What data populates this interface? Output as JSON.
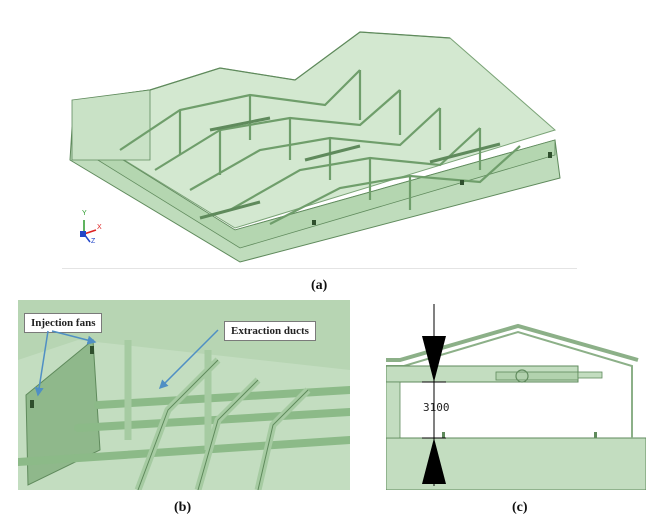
{
  "captions": {
    "a": "(a)",
    "b": "(b)",
    "c": "(c)"
  },
  "labels": {
    "injection_fans": "Injection fans",
    "extraction_ducts": "Extraction ducts",
    "dimension": "3100"
  },
  "axis_triad": {
    "x": "X",
    "y": "Y",
    "z": "Z"
  },
  "colors": {
    "model_fill": "#c5dfc3",
    "model_stroke": "#5f8a5c",
    "structure": "#7fae7a",
    "arrow_blue": "#4f8fc4",
    "dimension_black": "#000000"
  }
}
